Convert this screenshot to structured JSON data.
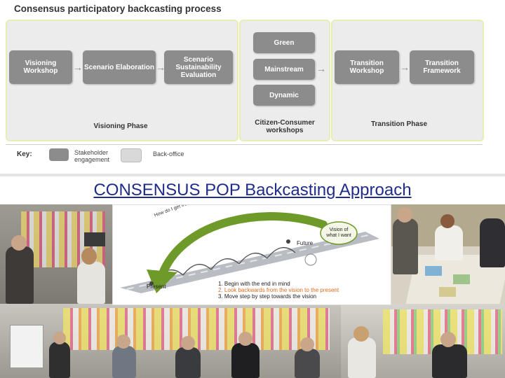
{
  "diagram": {
    "title": "Consensus participatory backcasting process",
    "visioning_phase": {
      "boxes": [
        "Visioning Workshop",
        "Scenario Elaboration",
        "Scenario Sustainability Evaluation"
      ],
      "label": "Visioning Phase"
    },
    "workshops": {
      "boxes": [
        "Green",
        "Mainstream",
        "Dynamic"
      ],
      "label": "Citizen-Consumer workshops"
    },
    "transition_phase": {
      "boxes": [
        "Transition Workshop",
        "Transition Framework"
      ],
      "label": "Transition Phase"
    },
    "key": {
      "label": "Key:",
      "stakeholder": "Stakeholder engagement",
      "backoffice": "Back-office"
    },
    "colors": {
      "box": "#8c8c8c",
      "panel": "#ececec",
      "panel_border": "#e8edb2",
      "backoffice_box": "#d9d9d9"
    }
  },
  "caption": "CONSENSUS POP Backcasting Approach",
  "backcasting_illustration": {
    "labels": {
      "present": "Present",
      "future": "Future",
      "vision": "Vision of what I want",
      "curved_text": "How do I get from today to achieve this vision?"
    },
    "steps": [
      "1. Begin with the end in mind",
      "2. Look backwards from the vision to the present",
      "3. Move step by step towards the vision"
    ],
    "colors": {
      "arrow": "#6e9a2a",
      "highlight_step": "#e06b1c",
      "road": "#b9bcc2"
    }
  }
}
